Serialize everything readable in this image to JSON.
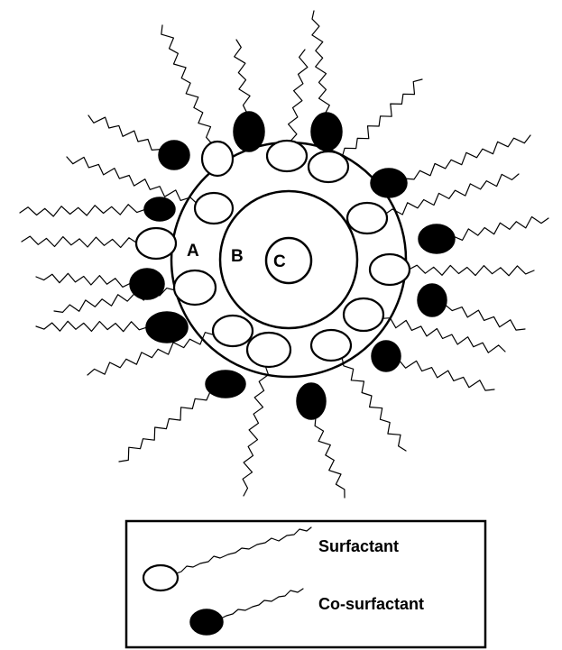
{
  "diagram": {
    "regions": [
      {
        "id": "A",
        "label": "A"
      },
      {
        "id": "B",
        "label": "B"
      },
      {
        "id": "C",
        "label": "C"
      }
    ],
    "legend": {
      "surfactant_label": "Surfactant",
      "cosurfactant_label": "Co-surfactant"
    }
  }
}
